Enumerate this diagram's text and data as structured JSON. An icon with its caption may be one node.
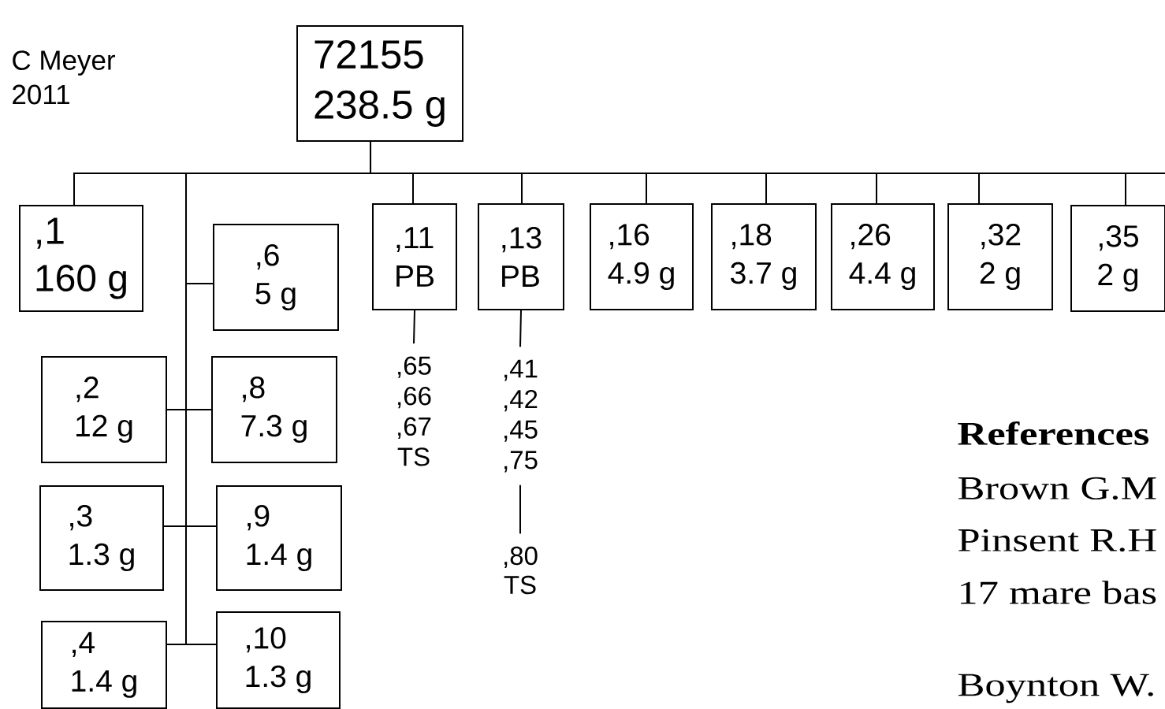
{
  "diagram": {
    "nodes": [
      {
        "text": [
          "72155",
          "238.5 g"
        ]
      },
      {
        "text": [
          ",1",
          "160 g"
        ]
      },
      {
        "text": [
          ",6",
          "5 g"
        ]
      },
      {
        "text": [
          ",2",
          "12 g"
        ]
      },
      {
        "text": [
          ",8",
          "7.3 g"
        ]
      },
      {
        "text": [
          ",3",
          "1.3 g"
        ]
      },
      {
        "text": [
          ",9",
          "1.4 g"
        ]
      },
      {
        "text": [
          ",4",
          "1.4 g"
        ]
      },
      {
        "text": [
          ",10",
          "1.3 g"
        ]
      },
      {
        "text": [
          ",11",
          "PB"
        ]
      },
      {
        "text": [
          ",13",
          "PB"
        ]
      },
      {
        "text": [
          ",16",
          "4.9 g"
        ]
      },
      {
        "text": [
          ",18",
          "3.7 g"
        ]
      },
      {
        "text": [
          ",26",
          "4.4 g"
        ]
      },
      {
        "text": [
          ",32",
          "2 g"
        ]
      },
      {
        "text": [
          ",35",
          "2 g"
        ]
      },
      {
        "text": [
          ",65 ,66 ,67 TS"
        ]
      },
      {
        "text": [
          ",41 ,42 ,45 ,75"
        ]
      },
      {
        "text": [
          ",80 TS"
        ]
      }
    ],
    "edges": [
      {
        "from": 0,
        "to": 1,
        "arrow": "none"
      },
      {
        "from": 0,
        "to": 2,
        "arrow": "none"
      },
      {
        "from": 0,
        "to": 3,
        "arrow": "none"
      },
      {
        "from": 0,
        "to": 4,
        "arrow": "none"
      },
      {
        "from": 0,
        "to": 5,
        "arrow": "none"
      },
      {
        "from": 0,
        "to": 6,
        "arrow": "none"
      },
      {
        "from": 0,
        "to": 7,
        "arrow": "none"
      },
      {
        "from": 0,
        "to": 8,
        "arrow": "none"
      },
      {
        "from": 0,
        "to": 9,
        "arrow": "none"
      },
      {
        "from": 0,
        "to": 10,
        "arrow": "none"
      },
      {
        "from": 0,
        "to": 11,
        "arrow": "none"
      },
      {
        "from": 0,
        "to": 12,
        "arrow": "none"
      },
      {
        "from": 0,
        "to": 13,
        "arrow": "none"
      },
      {
        "from": 0,
        "to": 14,
        "arrow": "none"
      },
      {
        "from": 0,
        "to": 15,
        "arrow": "none"
      },
      {
        "from": 0,
        "to": null,
        "arrow": "none"
      },
      {
        "from": 9,
        "to": 16,
        "arrow": "none"
      },
      {
        "from": 10,
        "to": 17,
        "arrow": "none"
      },
      {
        "from": 17,
        "to": 18,
        "arrow": "none"
      }
    ],
    "labels": [
      "C Meyer",
      "2011",
      "References",
      "Brown G.M",
      "Pinsent R.H",
      "17 mare bas",
      "Boynton W."
    ]
  }
}
